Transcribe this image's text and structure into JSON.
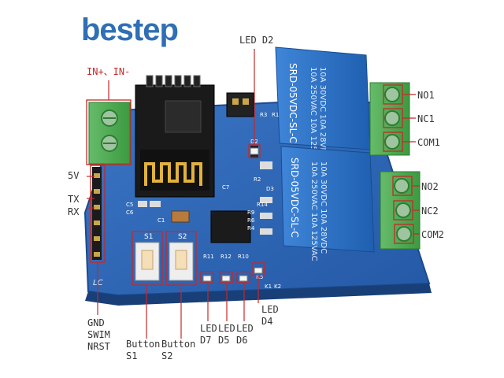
{
  "brand": {
    "logo_text": "bestep",
    "color": "#2f6fb5"
  },
  "board": {
    "pcb_color": "#2b63b3",
    "relay_color": "#2c73c9",
    "terminal_color": "#4caf50",
    "silkscreen": {
      "relay_model": "SRD-05VDC-SL-C",
      "relay_ratings": [
        "10A 250VAC  10A 125VAC",
        "10A 30VDC   10A 28VDC"
      ],
      "lc_mark": "LC",
      "s1": "S1",
      "s2": "S2",
      "resistors": [
        "R11",
        "R12",
        "R10"
      ],
      "caps": [
        "C5",
        "C6",
        "C7"
      ],
      "misc": [
        "R3",
        "R1",
        "D3",
        "R2",
        "D2",
        "K1",
        "K2",
        "R5",
        "R9",
        "R6",
        "R4",
        "R14",
        "C1"
      ]
    }
  },
  "labels": {
    "in": "IN+、IN-",
    "v5": "5V",
    "tx": "TX",
    "rx": "RX",
    "gnd": "GND",
    "swim": "SWIM",
    "nrst": "NRST",
    "led_d2": "LED D2",
    "no1": "NO1",
    "nc1": "NC1",
    "com1": "COM1",
    "no2": "NO2",
    "nc2": "NC2",
    "com2": "COM2",
    "button_s1_line1": "Button",
    "button_s1_line2": "S1",
    "button_s2_line1": "Button",
    "button_s2_line2": "S2",
    "led_d7_line1": "LED",
    "led_d7_line2": "D7",
    "led_d5_line1": "LED",
    "led_d5_line2": "D5",
    "led_d6_line1": "LED",
    "led_d6_line2": "D6",
    "led_d4_line1": "LED",
    "led_d4_line2": "D4"
  }
}
